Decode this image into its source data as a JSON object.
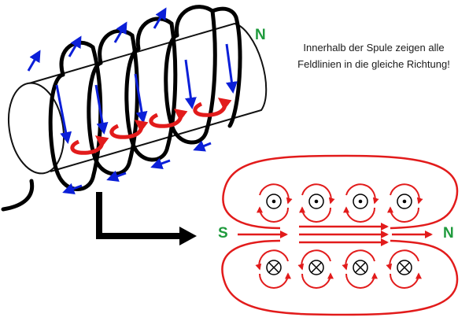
{
  "caption": "Innerhalb der Spule zeigen alle Feldlinien in die gleiche Richtung!",
  "poles": {
    "coil_north": "N",
    "cross_section_south": "S",
    "cross_section_north": "N"
  },
  "colors": {
    "coil_wire": "#000000",
    "current_arrows": "#0b1fd8",
    "field_lines": "#e21b1b",
    "pole_labels": "#1e9a3c"
  },
  "icons": {
    "top_row_conductors": "dot-in-circle (current out of page)",
    "bottom_row_conductors": "cross-in-circle (current into page)"
  }
}
